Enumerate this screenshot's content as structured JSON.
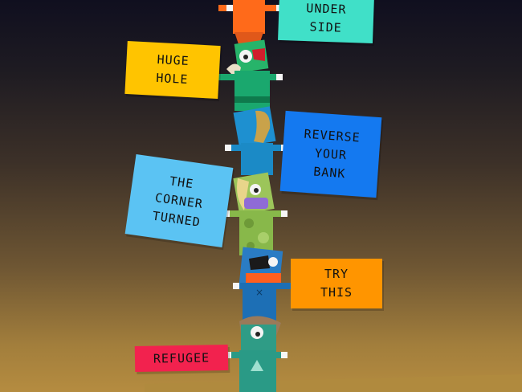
{
  "colors": {
    "sky_top": "#100f1f",
    "sky_bottom": "#b58c40"
  },
  "cards": [
    {
      "id": "under-side",
      "text": "UNDER\nSIDE",
      "color": "#40e0c8"
    },
    {
      "id": "huge-hole",
      "text": "HUGE\nHOLE",
      "color": "#ffc400"
    },
    {
      "id": "reverse-your-bank",
      "text": "REVERSE\nYOUR\nBANK",
      "color": "#1479f0"
    },
    {
      "id": "the-corner-turned",
      "text": "THE\nCORNER\nTURNED",
      "color": "#5bc3f3"
    },
    {
      "id": "try-this",
      "text": "TRY\nTHIS",
      "color": "#ff9500"
    },
    {
      "id": "refugee",
      "text": "REFUGEE",
      "color": "#f2224e"
    }
  ],
  "characters": [
    {
      "id": "orange-character",
      "color": "#ff6a1a"
    },
    {
      "id": "green-eyepatch-character",
      "color": "#1aa86e",
      "accent": "#d01f2c"
    },
    {
      "id": "blue-character",
      "color": "#1b8ac6",
      "hair": "#c9a24a"
    },
    {
      "id": "camo-character",
      "color": "#88b84a",
      "mask": "#8f6bd6"
    },
    {
      "id": "blue-pirate-character",
      "color": "#1d6fb5",
      "accent": "#ff5f1f"
    },
    {
      "id": "teal-character",
      "color": "#2a9a86",
      "hair": "#9a7a5a"
    }
  ]
}
